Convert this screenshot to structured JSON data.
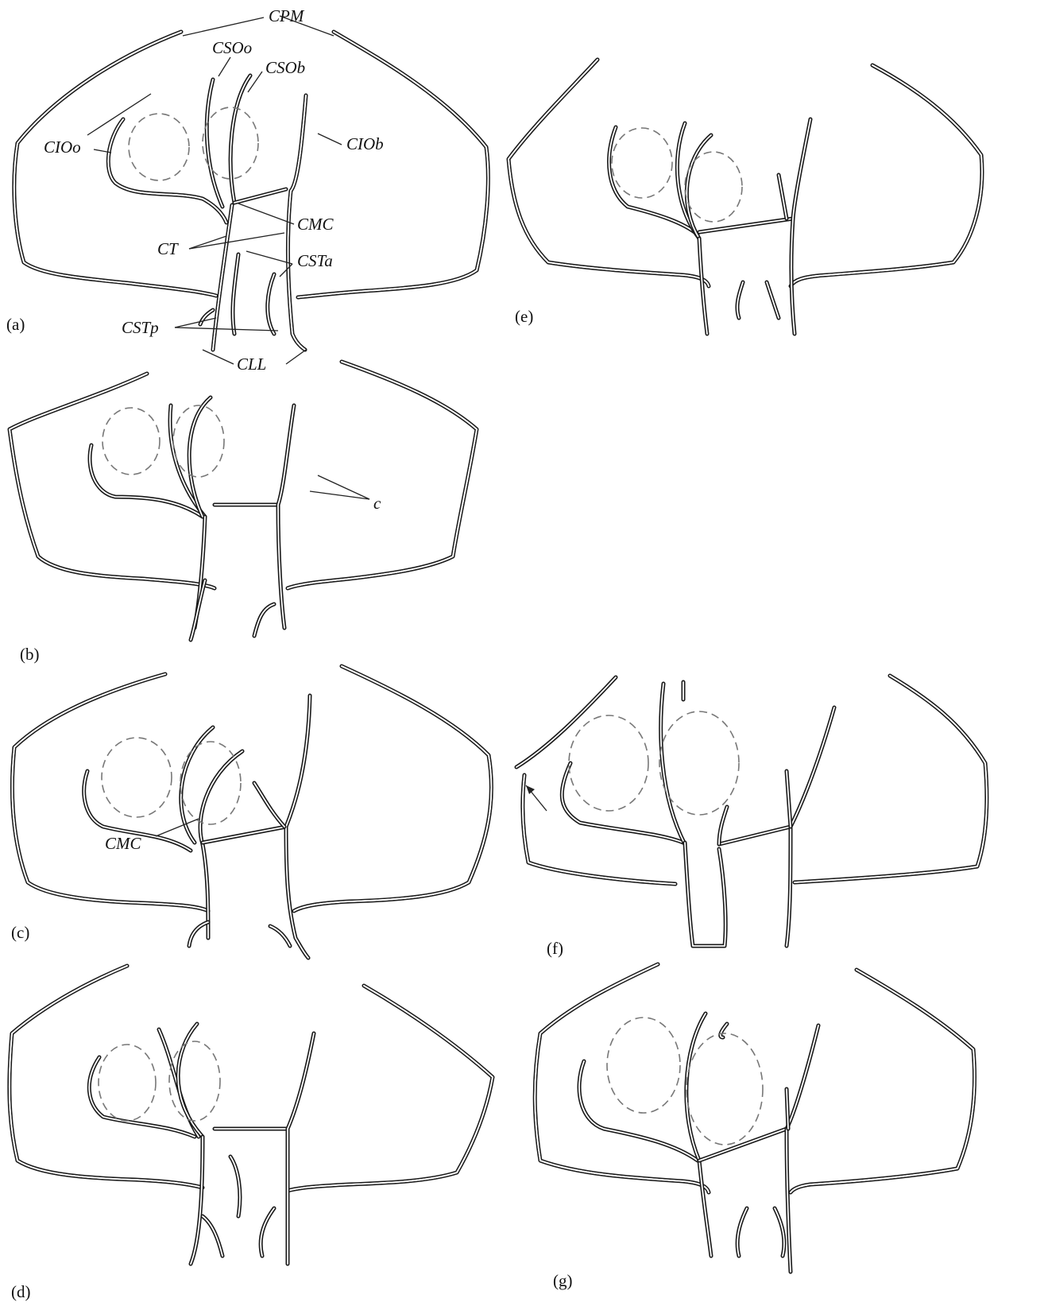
{
  "panels": [
    {
      "id": "a",
      "label": "(a)"
    },
    {
      "id": "b",
      "label": "(b)"
    },
    {
      "id": "c",
      "label": "(c)"
    },
    {
      "id": "d",
      "label": "(d)"
    },
    {
      "id": "e",
      "label": "(e)"
    },
    {
      "id": "f",
      "label": "(f)"
    },
    {
      "id": "g",
      "label": "(g)"
    }
  ],
  "annotations": {
    "a": {
      "cpm": "CPM",
      "csoo": "CSOo",
      "csob": "CSOb",
      "cioo": "CIOo",
      "ciob": "CIOb",
      "cmc": "CMC",
      "ct": "CT",
      "csta": "CSTa",
      "cstp": "CSTp",
      "cll": "CLL"
    },
    "b": {
      "c": "c"
    },
    "c": {
      "cmc": "CMC"
    }
  },
  "colors": {
    "line": "#1a1a1a",
    "eye_outline": "#777777",
    "background": "#ffffff"
  }
}
